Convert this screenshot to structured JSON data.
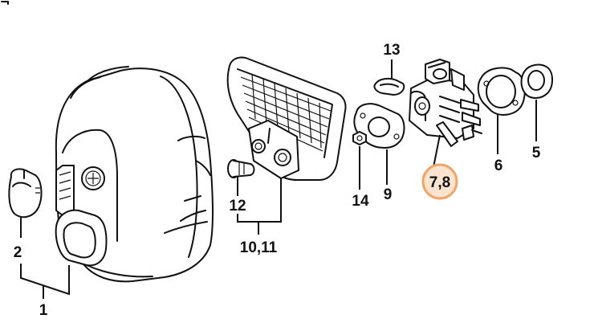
{
  "diagram": {
    "callouts": {
      "c1": "1",
      "c2": "2",
      "c5": "5",
      "c6": "6",
      "c9": "9",
      "c10_11": "10,11",
      "c12": "12",
      "c13": "13",
      "c14": "14",
      "c7_8": "7,8"
    },
    "highlight_color": "#f0a467",
    "highlight_fill": "#fbe4cf",
    "line_color": "#111111"
  }
}
